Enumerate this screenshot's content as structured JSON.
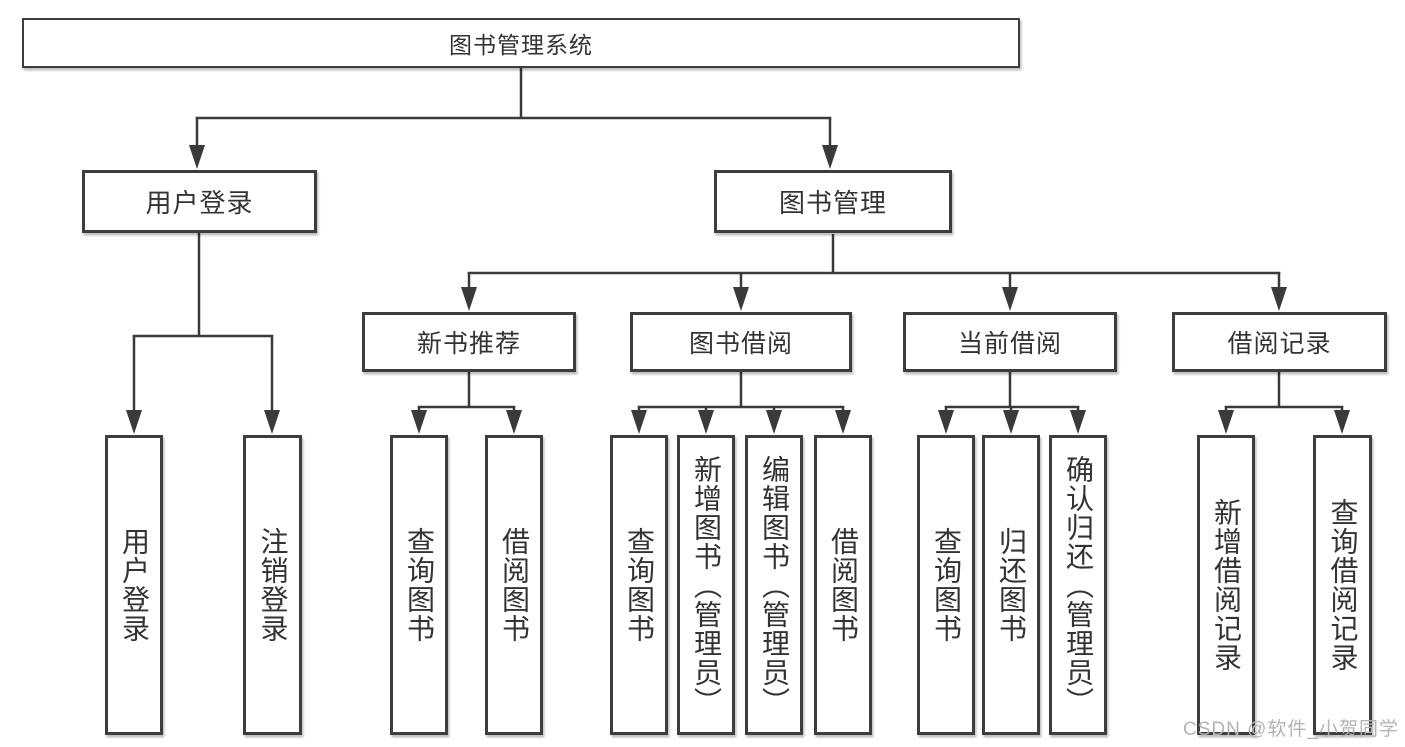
{
  "colors": {
    "line": "#3a3a3a",
    "box_border": "#3d3d3d",
    "text": "#333333",
    "watermark": "#b3b3b3",
    "background": "#ffffff"
  },
  "tree": {
    "root": {
      "label": "图书管理系统"
    },
    "children": [
      {
        "label": "用户登录",
        "children": [
          {
            "label": "用户登录"
          },
          {
            "label": "注销登录"
          }
        ]
      },
      {
        "label": "图书管理",
        "children": [
          {
            "label": "新书推荐",
            "children": [
              {
                "label": "查询图书"
              },
              {
                "label": "借阅图书"
              }
            ]
          },
          {
            "label": "图书借阅",
            "children": [
              {
                "label": "查询图书"
              },
              {
                "label": "新增图书（管理员）"
              },
              {
                "label": "编辑图书（管理员）"
              },
              {
                "label": "借阅图书"
              }
            ]
          },
          {
            "label": "当前借阅",
            "children": [
              {
                "label": "查询图书"
              },
              {
                "label": "归还图书"
              },
              {
                "label": "确认归还（管理员）"
              }
            ]
          },
          {
            "label": "借阅记录",
            "children": [
              {
                "label": "新增借阅记录"
              },
              {
                "label": "查询借阅记录"
              }
            ]
          }
        ]
      }
    ]
  },
  "watermark": "CSDN @软件_小贺同学"
}
